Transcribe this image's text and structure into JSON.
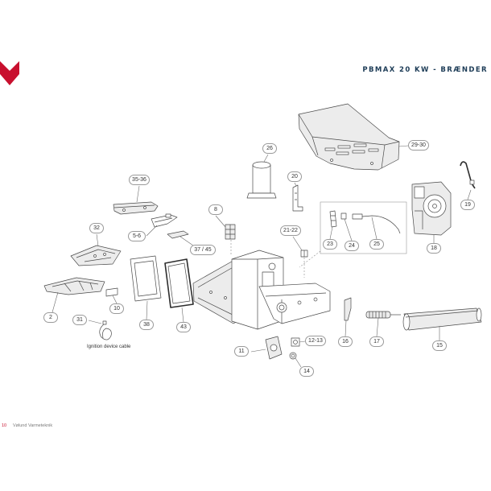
{
  "header": {
    "title": "PBMAX 20 KW - BRÆNDER"
  },
  "colors": {
    "brand": "#c8102e",
    "title": "#1d3c57",
    "line": "#4a4a4a",
    "callout_border": "#9a9a9a"
  },
  "callouts": [
    "29-30",
    "26",
    "20",
    "35-36",
    "19",
    "8",
    "32",
    "21-22",
    "5-6",
    "23",
    "24",
    "25",
    "18",
    "37 / 45",
    "2",
    "10",
    "31",
    "38",
    "43",
    "11",
    "12-13",
    "16",
    "17",
    "15",
    "14"
  ],
  "caption": "Ignition device cable",
  "footer": {
    "page": "10",
    "company": "Vølund Varmeteknik"
  }
}
